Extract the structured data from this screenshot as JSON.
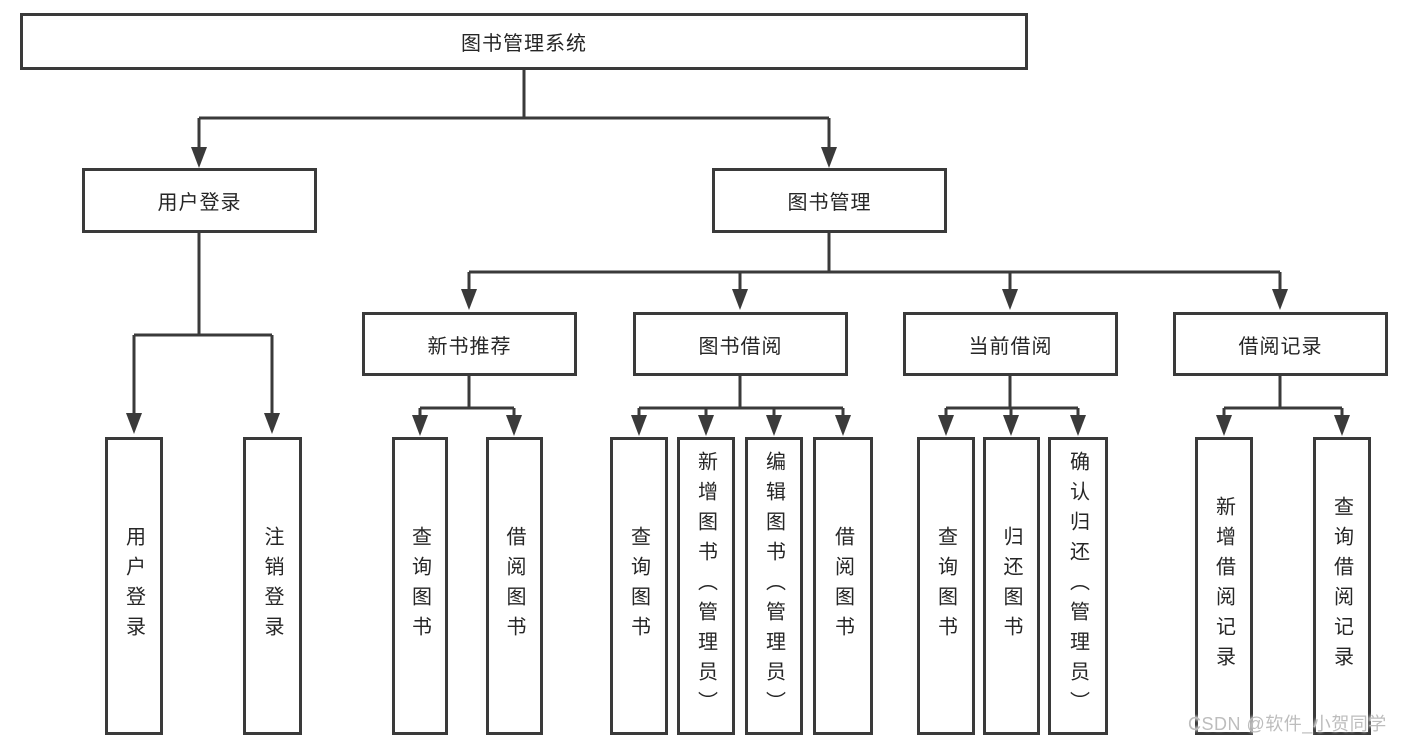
{
  "diagram": {
    "title": "图书管理系统",
    "branches": [
      {
        "label": "用户登录",
        "children": [
          {
            "label": "用户登录"
          },
          {
            "label": "注销登录"
          }
        ]
      },
      {
        "label": "图书管理",
        "children": [
          {
            "label": "新书推荐",
            "children": [
              {
                "label": "查询图书"
              },
              {
                "label": "借阅图书"
              }
            ]
          },
          {
            "label": "图书借阅",
            "children": [
              {
                "label": "查询图书"
              },
              {
                "label": "新增图书（管理员）"
              },
              {
                "label": "编辑图书（管理员）"
              },
              {
                "label": "借阅图书"
              }
            ]
          },
          {
            "label": "当前借阅",
            "children": [
              {
                "label": "查询图书"
              },
              {
                "label": "归还图书"
              },
              {
                "label": "确认归还（管理员）"
              }
            ]
          },
          {
            "label": "借阅记录",
            "children": [
              {
                "label": "新增借阅记录"
              },
              {
                "label": "查询借阅记录"
              }
            ]
          }
        ]
      }
    ]
  },
  "watermark": {
    "text": "CSDN @软件_小贺同学"
  },
  "colors": {
    "line": "#3a3a3a",
    "text": "#262626",
    "watermark": "#bdbdbd",
    "background": "#ffffff"
  }
}
